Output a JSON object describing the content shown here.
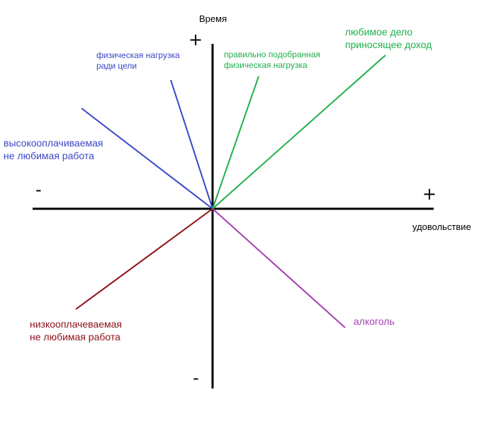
{
  "axes": {
    "y_label": "Время",
    "x_label": "удовольствие",
    "y_plus": "+",
    "y_minus": "-",
    "x_plus": "+",
    "x_minus": "-"
  },
  "colors": {
    "axis": "#000000",
    "blue": "#3b46c8",
    "green": "#1db04a",
    "dark_red": "#8b0f17",
    "purple": "#a43fb2"
  },
  "rays": [
    {
      "id": "physical-goal",
      "color_key": "blue",
      "label_lines": [
        "физическая нагрузка",
        "ради цели"
      ]
    },
    {
      "id": "high-paid-unloved-job",
      "color_key": "blue",
      "label_lines": [
        "высокооплачиваемая",
        "не любимая работа"
      ]
    },
    {
      "id": "right-physical-load",
      "color_key": "green",
      "label_lines": [
        "правильно подобранная",
        "физическая нагрузка"
      ]
    },
    {
      "id": "favorite-work-income",
      "color_key": "green",
      "label_lines": [
        "любимое дело",
        "приносящее доход"
      ]
    },
    {
      "id": "low-paid-unloved-job",
      "color_key": "dark_red",
      "label_lines": [
        "низкооплачеваемая",
        "не любимая работа"
      ]
    },
    {
      "id": "alcohol",
      "color_key": "purple",
      "label_lines": [
        "алкоголь"
      ]
    }
  ]
}
